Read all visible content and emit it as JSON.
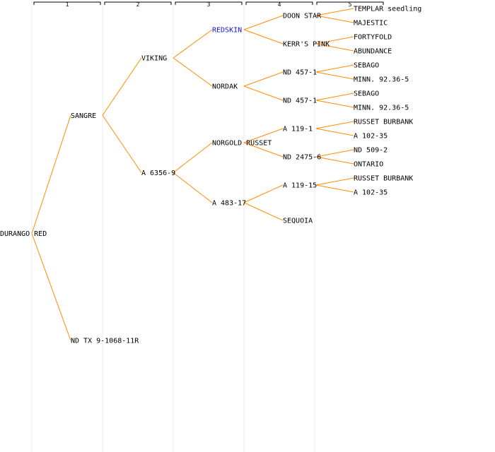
{
  "generation_headers": [
    "1",
    "2",
    "3",
    "4",
    "5"
  ],
  "link_color": "#ff8c00",
  "highlight_color": "#1414d2",
  "nodes": [
    {
      "id": "durango",
      "label": "DURANGO RED",
      "gen": 0
    },
    {
      "id": "sangre",
      "label": "SANGRE",
      "gen": 1,
      "parent": "durango"
    },
    {
      "id": "ndtx",
      "label": "ND TX 9-1068-11R",
      "gen": 1,
      "parent": "durango"
    },
    {
      "id": "viking",
      "label": "VIKING",
      "gen": 2,
      "parent": "sangre"
    },
    {
      "id": "a6356",
      "label": "A 6356-9",
      "gen": 2,
      "parent": "sangre"
    },
    {
      "id": "redskin",
      "label": "REDSKIN",
      "gen": 3,
      "parent": "viking",
      "highlight": true
    },
    {
      "id": "nordak",
      "label": "NORDAK",
      "gen": 3,
      "parent": "viking"
    },
    {
      "id": "norgold",
      "label": "NORGOLD RUSSET",
      "gen": 3,
      "parent": "a6356"
    },
    {
      "id": "a48317",
      "label": "A 483-17",
      "gen": 3,
      "parent": "a6356"
    },
    {
      "id": "doonstar",
      "label": "DOON STAR",
      "gen": 4,
      "parent": "redskin"
    },
    {
      "id": "kerrs",
      "label": "KERR'S PINK",
      "gen": 4,
      "parent": "redskin"
    },
    {
      "id": "nd457a",
      "label": "ND 457-1",
      "gen": 4,
      "parent": "nordak"
    },
    {
      "id": "nd457b",
      "label": "ND 457-1",
      "gen": 4,
      "parent": "nordak"
    },
    {
      "id": "a1191",
      "label": "A 119-1",
      "gen": 4,
      "parent": "norgold"
    },
    {
      "id": "nd2475",
      "label": "ND 2475-6",
      "gen": 4,
      "parent": "norgold"
    },
    {
      "id": "a11915",
      "label": "A 119-15",
      "gen": 4,
      "parent": "a48317"
    },
    {
      "id": "sequoia",
      "label": "SEQUOIA",
      "gen": 4,
      "parent": "a48317"
    },
    {
      "id": "templar",
      "label": "TEMPLAR seedling",
      "gen": 5,
      "parent": "doonstar"
    },
    {
      "id": "majestic",
      "label": "MAJESTIC",
      "gen": 5,
      "parent": "doonstar"
    },
    {
      "id": "fortyfold",
      "label": "FORTYFOLD",
      "gen": 5,
      "parent": "kerrs"
    },
    {
      "id": "abundance",
      "label": "ABUNDANCE",
      "gen": 5,
      "parent": "kerrs"
    },
    {
      "id": "sebago1",
      "label": "SEBAGO",
      "gen": 5,
      "parent": "nd457a"
    },
    {
      "id": "minn1",
      "label": "MINN. 92.36-5",
      "gen": 5,
      "parent": "nd457a"
    },
    {
      "id": "sebago2",
      "label": "SEBAGO",
      "gen": 5,
      "parent": "nd457b"
    },
    {
      "id": "minn2",
      "label": "MINN. 92.36-5",
      "gen": 5,
      "parent": "nd457b"
    },
    {
      "id": "russet1",
      "label": "RUSSET BURBANK",
      "gen": 5,
      "parent": "a1191"
    },
    {
      "id": "a10235a",
      "label": "A 102-35",
      "gen": 5,
      "parent": "a1191"
    },
    {
      "id": "nd5092",
      "label": "ND 509-2",
      "gen": 5,
      "parent": "nd2475"
    },
    {
      "id": "ontario",
      "label": "ONTARIO",
      "gen": 5,
      "parent": "nd2475"
    },
    {
      "id": "russet2",
      "label": "RUSSET BURBANK",
      "gen": 5,
      "parent": "a11915"
    },
    {
      "id": "a10235b",
      "label": "A 102-35",
      "gen": 5,
      "parent": "a11915"
    }
  ]
}
